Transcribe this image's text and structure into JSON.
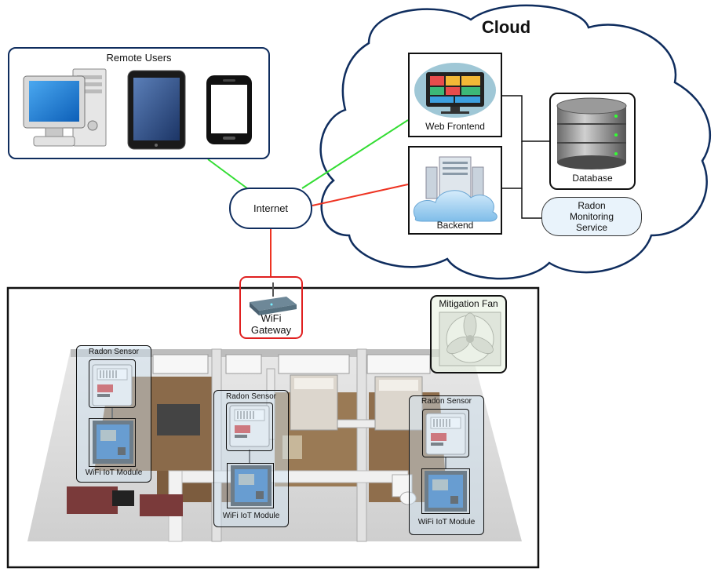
{
  "cloud": {
    "title": "Cloud"
  },
  "remote_users": {
    "title": "Remote Users",
    "icons": [
      "desktop-computer-icon",
      "tablet-icon",
      "smartphone-icon"
    ]
  },
  "internet": {
    "label": "Internet"
  },
  "web_frontend": {
    "label": "Web Frontend"
  },
  "backend": {
    "label": "Backend"
  },
  "database": {
    "label": "Database"
  },
  "radon_monitoring": {
    "line1": "Radon",
    "line2": "Monitoring",
    "line3": "Service"
  },
  "gateway": {
    "line1": "WiFi",
    "line2": "Gateway"
  },
  "mitigation_fan": {
    "label": "Mitigation Fan"
  },
  "sensor_units": [
    {
      "sensor_label": "Radon Sensor",
      "module_label": "WiFi IoT Module"
    },
    {
      "sensor_label": "Radon Sensor",
      "module_label": "WiFi IoT Module"
    },
    {
      "sensor_label": "Radon Sensor",
      "module_label": "WiFi IoT Module"
    }
  ],
  "colors": {
    "link_green": "#33dd33",
    "link_red": "#ee3322",
    "cloud_border": "#0f2d5e",
    "box_border": "#111111",
    "gateway_border": "#e02020",
    "service_fill": "#e9f3fb",
    "unit_fill": "#cfe3f2",
    "fan_fill": "#e6f0df"
  }
}
